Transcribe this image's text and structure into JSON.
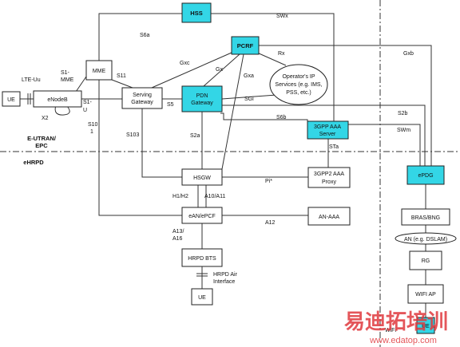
{
  "nodes": {
    "hss": "HSS",
    "pcrf": "PCRF",
    "mme": "MME",
    "ue_top": "UE",
    "enodeb": "eNodeB",
    "serving_gw_1": "Serving",
    "serving_gw_2": "Gateway",
    "pdn_gw_1": "PDN",
    "pdn_gw_2": "Gateway",
    "operator_ip_1": "Operator's IP",
    "operator_ip_2": "Services (e.g. IMS,",
    "operator_ip_3": "PSS, etc.)",
    "aaa_server_1": "3GPP AAA",
    "aaa_server_2": "Server",
    "hsgw": "HSGW",
    "aaa_proxy_1": "3GPP2 AAA",
    "aaa_proxy_2": "Proxy",
    "eanepcf": "eAN/ePCF",
    "an_aaa": "AN-AAA",
    "hrpd_bts": "HRPD BTS",
    "ue_bottom": "UE",
    "epdg": "ePDG",
    "bras": "BRAS/BNG",
    "an_dslam": "AN (e.g. DSLAM)",
    "rg": "RG",
    "wifi_ap": "WIFI AP",
    "ue_wifi": "UE"
  },
  "interfaces": {
    "s6a": "S6a",
    "swx": "SWx",
    "gxc": "Gxc",
    "gx": "Gx",
    "gxa": "Gxa",
    "rx": "Rx",
    "gxb": "Gxb",
    "lte_uu": "LTE-Uu",
    "s1_mme_1": "S1-",
    "s1_mme_2": "MME",
    "s11": "S11",
    "s1_u_1": "S1-",
    "s1_u_2": "U",
    "s5": "S5",
    "sgi": "SGi",
    "s2b": "S2b",
    "x2": "X2",
    "s10_1": "S10",
    "s10_2": "1",
    "s103": "S103",
    "s2a": "S2a",
    "s6b": "S6b",
    "swm": "SWm",
    "sta": "STa",
    "pi": "Pi*",
    "h1h2": "H1/H2",
    "a10a11": "A10/A11",
    "a12": "A12",
    "a13_1": "A13/",
    "a13_2": "A16",
    "hrpd_air_1": "HRPD Air",
    "hrpd_air_2": "Interface"
  },
  "regions": {
    "eutran_1": "E-UTRAN/",
    "eutran_2": "EPC",
    "ehrpd": "eHRPD",
    "wifi": "WiFi"
  },
  "watermark": {
    "line1": "易迪拓培训",
    "line2": "www.edatop.com"
  },
  "colors": {
    "cyan_node": "#33d6e6",
    "watermark": "#e0393e"
  }
}
